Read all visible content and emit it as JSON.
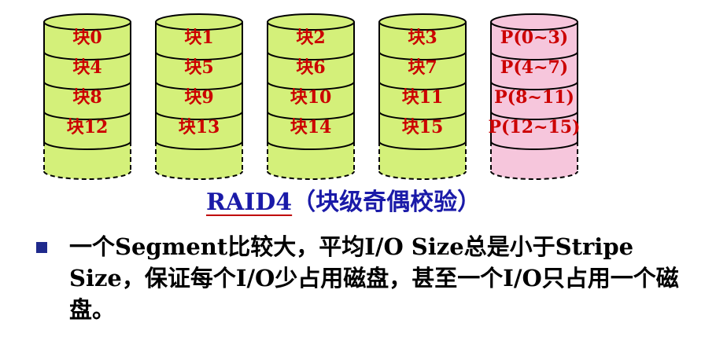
{
  "diagram": {
    "disks": [
      {
        "blocks": [
          "块0",
          "块4",
          "块8",
          "块12"
        ],
        "fill": "#d4f07a",
        "parity": false
      },
      {
        "blocks": [
          "块1",
          "块5",
          "块9",
          "块13"
        ],
        "fill": "#d4f07a",
        "parity": false
      },
      {
        "blocks": [
          "块2",
          "块6",
          "块10",
          "块14"
        ],
        "fill": "#d4f07a",
        "parity": false
      },
      {
        "blocks": [
          "块3",
          "块7",
          "块11",
          "块15"
        ],
        "fill": "#d4f07a",
        "parity": false
      },
      {
        "blocks": [
          "P(0~3)",
          "P(4~7)",
          "P(8~11)",
          "P(12~15)"
        ],
        "fill": "#f6c6dc",
        "parity": true
      }
    ],
    "label_color": "#cc0000"
  },
  "title": {
    "raid": "RAID4",
    "rest": "（块级奇偶校验）"
  },
  "bullet": {
    "text": "一个Segment比较大，平均I/O Size总是小于Stripe Size，保证每个I/O少占用磁盘，甚至一个I/O只占用一个磁盘。"
  }
}
